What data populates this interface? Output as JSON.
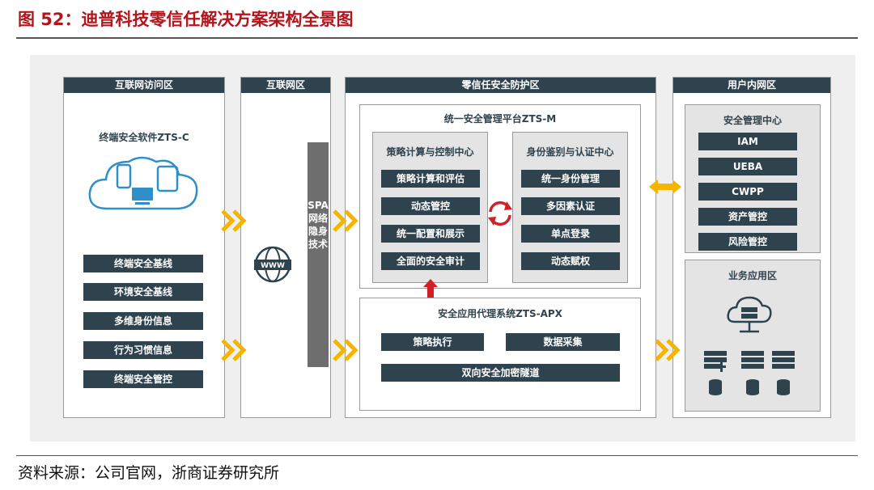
{
  "title": "图 52：迪普科技零信任解决方案架构全景图",
  "source": "资料来源：公司官网，浙商证券研究所",
  "zones": {
    "internet_access": {
      "header": "互联网访问区",
      "software": "终端安全软件ZTS-C",
      "items": [
        "终端安全基线",
        "环境安全基线",
        "多维身份信息",
        "行为习惯信息",
        "终端安全管控"
      ]
    },
    "internet": {
      "header": "互联网区",
      "spa": "SPA网络隐身技术",
      "www": "WWW"
    },
    "zero_trust": {
      "header": "零信任安全防护区",
      "platform": "统一安全管理平台ZTS-M",
      "policy": {
        "title": "策略计算与控制中心",
        "items": [
          "策略计算和评估",
          "动态管控",
          "统一配置和展示",
          "全面的安全审计"
        ]
      },
      "identity": {
        "title": "身份鉴别与认证中心",
        "items": [
          "统一身份管理",
          "多因素认证",
          "单点登录",
          "动态赋权"
        ]
      },
      "proxy": {
        "title": "安全应用代理系统ZTS-APX",
        "items": [
          "策略执行",
          "数据采集"
        ],
        "tunnel": "双向安全加密隧道"
      }
    },
    "intranet": {
      "header": "用户内网区",
      "mgmt": {
        "title": "安全管理中心",
        "items": [
          "IAM",
          "UEBA",
          "CWPP",
          "资产管控",
          "风险管控"
        ]
      },
      "business": {
        "title": "业务应用区"
      }
    }
  },
  "colors": {
    "title_red": "#b3151c",
    "dark_box": "#2f434f",
    "chevron": "#f5b400",
    "red_arrow": "#d32027",
    "icon_blue": "#2f8fc8"
  }
}
